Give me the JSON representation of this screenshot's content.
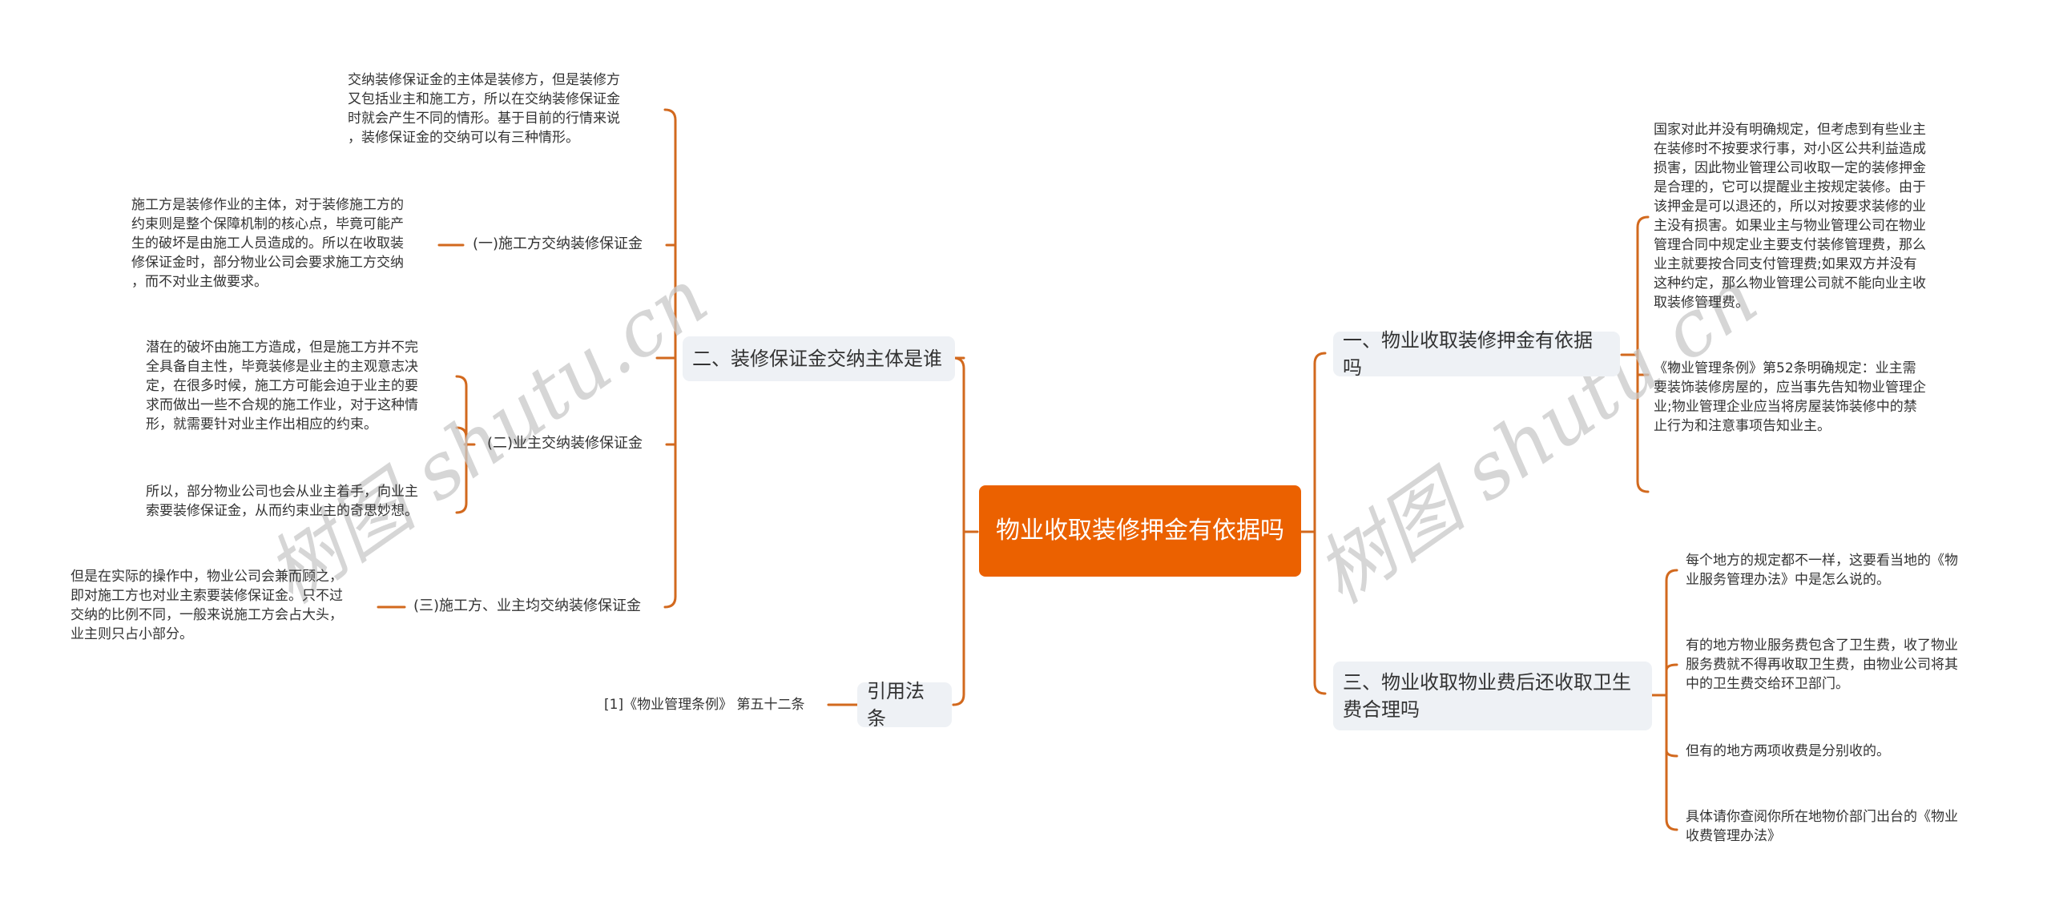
{
  "root": {
    "label": "物业收取装修押金有依据吗"
  },
  "watermark": {
    "text": "树图 shutu.cn"
  },
  "colors": {
    "accent": "#EB6100",
    "line": "#D2691E",
    "node_bg": "#EEF1F5",
    "text": "#333333"
  },
  "left": {
    "branch2": {
      "label": "二、装修保证金交纳主体是谁",
      "intro": "交纳装修保证金的主体是装修方，但是装修方\n又包括业主和施工方，所以在交纳装修保证金\n时就会产生不同的情形。基于目前的行情来说\n，装修保证金的交纳可以有三种情形。",
      "children": [
        {
          "label": "(一)施工方交纳装修保证金",
          "leaves": [
            "施工方是装修作业的主体，对于装修施工方的\n约束则是整个保障机制的核心点，毕竟可能产\n生的破坏是由施工人员造成的。所以在收取装\n修保证金时，部分物业公司会要求施工方交纳\n，而不对业主做要求。"
          ]
        },
        {
          "label": "(二)业主交纳装修保证金",
          "leaves": [
            "潜在的破坏由施工方造成，但是施工方并不完\n全具备自主性，毕竟装修是业主的主观意志决\n定，在很多时候，施工方可能会迫于业主的要\n求而做出一些不合规的施工作业，对于这种情\n形，就需要针对业主作出相应的约束。",
            "所以，部分物业公司也会从业主着手，向业主\n索要装修保证金，从而约束业主的奇思妙想。"
          ]
        },
        {
          "label": "(三)施工方、业主均交纳装修保证金",
          "leaves": [
            "但是在实际的操作中，物业公司会兼而顾之，\n即对施工方也对业主索要装修保证金。只不过\n交纳的比例不同，一般来说施工方会占大头，\n业主则只占小部分。"
          ]
        }
      ]
    },
    "citation": {
      "label": "引用法条",
      "leaves": [
        "[1]《物业管理条例》 第五十二条"
      ]
    }
  },
  "right": {
    "branch1": {
      "label": "一、物业收取装修押金有依据吗",
      "leaves": [
        "国家对此并没有明确规定，但考虑到有些业主\n在装修时不按要求行事，对小区公共利益造成\n损害，因此物业管理公司收取一定的装修押金\n是合理的，它可以提醒业主按规定装修。由于\n该押金是可以退还的，所以对按要求装修的业\n主没有损害。如果业主与物业管理公司在物业\n管理合同中规定业主要支付装修管理费，那么\n业主就要按合同支付管理费;如果双方并没有\n这种约定，那么物业管理公司就不能向业主收\n取装修管理费。",
        "《物业管理条例》第52条明确规定：业主需\n要装饰装修房屋的，应当事先告知物业管理企\n业;物业管理企业应当将房屋装饰装修中的禁\n止行为和注意事项告知业主。",
        ""
      ]
    },
    "branch3": {
      "label": "三、物业收取物业费后还收取卫生费合理吗",
      "leaves": [
        "每个地方的规定都不一样，这要看当地的《物\n业服务管理办法》中是怎么说的。",
        "有的地方物业服务费包含了卫生费，收了物业\n服务费就不得再收取卫生费，由物业公司将其\n中的卫生费交给环卫部门。",
        "但有的地方两项收费是分别收的。",
        "具体请你查阅你所在地物价部门出台的《物业\n收费管理办法》"
      ]
    }
  }
}
